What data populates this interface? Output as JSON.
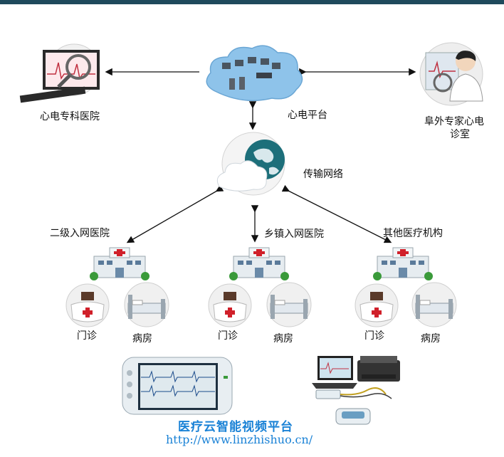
{
  "nodes": {
    "platform": "心电平台",
    "specialty_hospital": "心电专科医院",
    "expert_room_line1": "阜外专家心电",
    "expert_room_line2": "诊室",
    "network": "传输网络",
    "level2_hospital": "二级入网医院",
    "township_hospital": "乡镇入网医院",
    "other_institutions": "其他医疗机构"
  },
  "units": {
    "clinic": "门诊",
    "ward": "病房"
  },
  "footer": {
    "brand": "医疗云智能视频平台",
    "url": "http://www.linzhishuo.cn/"
  },
  "colors": {
    "top_bar": "#1f4a5c",
    "brand_text": "#1a82d6",
    "cloud": "#7fb8e0",
    "hospital": "#e8ecef",
    "cross": "#d0202a"
  },
  "icons": [
    "cloud-server-icon",
    "monitor-ecg-icon",
    "doctor-icon",
    "globe-cloud-icon",
    "hospital-icon",
    "clinic-icon",
    "ward-bed-icon",
    "ecg-device-icon",
    "laptop-printer-icon"
  ]
}
